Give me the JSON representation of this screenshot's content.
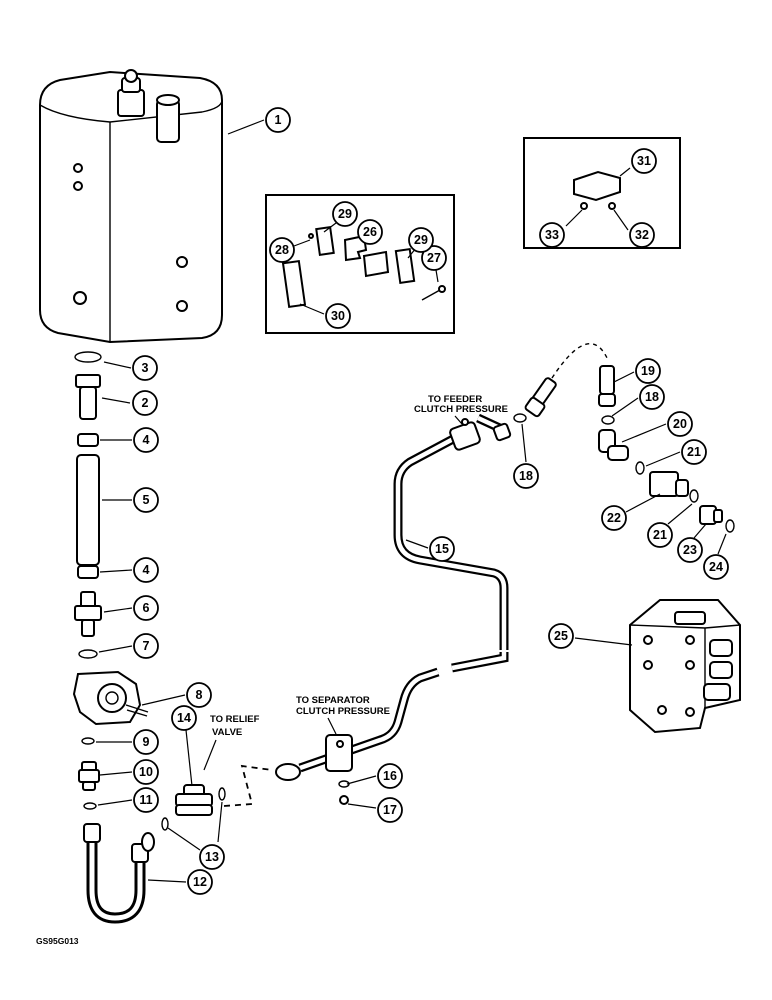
{
  "drawing_code": "GS95G013",
  "annotations": {
    "feeder": [
      "TO FEEDER",
      "CLUTCH PRESSURE"
    ],
    "separator": [
      "TO SEPARATOR",
      "CLUTCH PRESSURE"
    ],
    "relief": [
      "TO RELIEF",
      "VALVE"
    ]
  },
  "callouts": [
    {
      "id": "c1",
      "label": "1"
    },
    {
      "id": "c2",
      "label": "2"
    },
    {
      "id": "c3",
      "label": "3"
    },
    {
      "id": "c4a",
      "label": "4"
    },
    {
      "id": "c5",
      "label": "5"
    },
    {
      "id": "c4b",
      "label": "4"
    },
    {
      "id": "c6",
      "label": "6"
    },
    {
      "id": "c7",
      "label": "7"
    },
    {
      "id": "c8",
      "label": "8"
    },
    {
      "id": "c9",
      "label": "9"
    },
    {
      "id": "c10",
      "label": "10"
    },
    {
      "id": "c11",
      "label": "11"
    },
    {
      "id": "c12",
      "label": "12"
    },
    {
      "id": "c13",
      "label": "13"
    },
    {
      "id": "c14",
      "label": "14"
    },
    {
      "id": "c15",
      "label": "15"
    },
    {
      "id": "c16",
      "label": "16"
    },
    {
      "id": "c17",
      "label": "17"
    },
    {
      "id": "c18a",
      "label": "18"
    },
    {
      "id": "c18b",
      "label": "18"
    },
    {
      "id": "c19",
      "label": "19"
    },
    {
      "id": "c20",
      "label": "20"
    },
    {
      "id": "c21a",
      "label": "21"
    },
    {
      "id": "c21b",
      "label": "21"
    },
    {
      "id": "c22",
      "label": "22"
    },
    {
      "id": "c23",
      "label": "23"
    },
    {
      "id": "c24",
      "label": "24"
    },
    {
      "id": "c25",
      "label": "25"
    },
    {
      "id": "c26",
      "label": "26"
    },
    {
      "id": "c27",
      "label": "27"
    },
    {
      "id": "c28",
      "label": "28"
    },
    {
      "id": "c29a",
      "label": "29"
    },
    {
      "id": "c29b",
      "label": "29"
    },
    {
      "id": "c30",
      "label": "30"
    },
    {
      "id": "c31",
      "label": "31"
    },
    {
      "id": "c32",
      "label": "32"
    },
    {
      "id": "c33",
      "label": "33"
    }
  ]
}
